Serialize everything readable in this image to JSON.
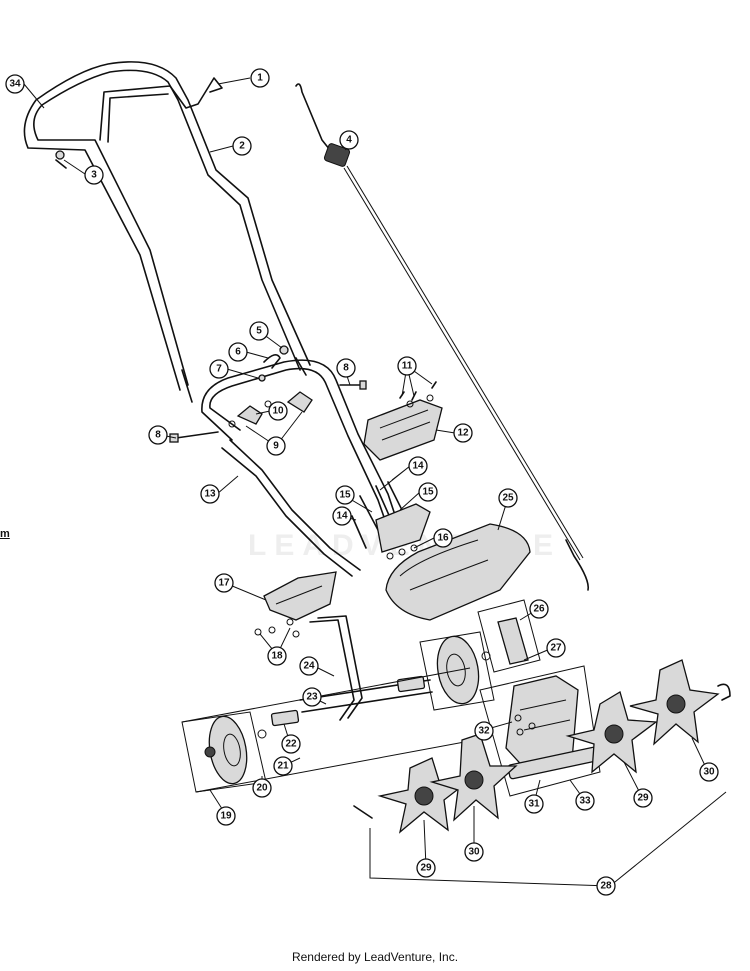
{
  "diagram": {
    "watermark": "LEADVENTURE",
    "edge_mark": "m",
    "footer": "Rendered by LeadVenture, Inc.",
    "callouts": [
      {
        "id": "c1",
        "label": "1"
      },
      {
        "id": "c2",
        "label": "2"
      },
      {
        "id": "c3",
        "label": "3"
      },
      {
        "id": "c4",
        "label": "4"
      },
      {
        "id": "c5",
        "label": "5"
      },
      {
        "id": "c6",
        "label": "6"
      },
      {
        "id": "c7",
        "label": "7"
      },
      {
        "id": "c8a",
        "label": "8"
      },
      {
        "id": "c8b",
        "label": "8"
      },
      {
        "id": "c9",
        "label": "9"
      },
      {
        "id": "c10",
        "label": "10"
      },
      {
        "id": "c11",
        "label": "11"
      },
      {
        "id": "c12",
        "label": "12"
      },
      {
        "id": "c13",
        "label": "13"
      },
      {
        "id": "c14a",
        "label": "14"
      },
      {
        "id": "c14b",
        "label": "14"
      },
      {
        "id": "c15a",
        "label": "15"
      },
      {
        "id": "c15b",
        "label": "15"
      },
      {
        "id": "c16",
        "label": "16"
      },
      {
        "id": "c17",
        "label": "17"
      },
      {
        "id": "c18",
        "label": "18"
      },
      {
        "id": "c19",
        "label": "19"
      },
      {
        "id": "c20",
        "label": "20"
      },
      {
        "id": "c21",
        "label": "21"
      },
      {
        "id": "c22",
        "label": "22"
      },
      {
        "id": "c23",
        "label": "23"
      },
      {
        "id": "c24",
        "label": "24"
      },
      {
        "id": "c25",
        "label": "25"
      },
      {
        "id": "c26",
        "label": "26"
      },
      {
        "id": "c27",
        "label": "27"
      },
      {
        "id": "c28",
        "label": "28"
      },
      {
        "id": "c29a",
        "label": "29"
      },
      {
        "id": "c29b",
        "label": "29"
      },
      {
        "id": "c30a",
        "label": "30"
      },
      {
        "id": "c30b",
        "label": "30"
      },
      {
        "id": "c31",
        "label": "31"
      },
      {
        "id": "c32",
        "label": "32"
      },
      {
        "id": "c33",
        "label": "33"
      },
      {
        "id": "c34",
        "label": "34"
      }
    ]
  }
}
